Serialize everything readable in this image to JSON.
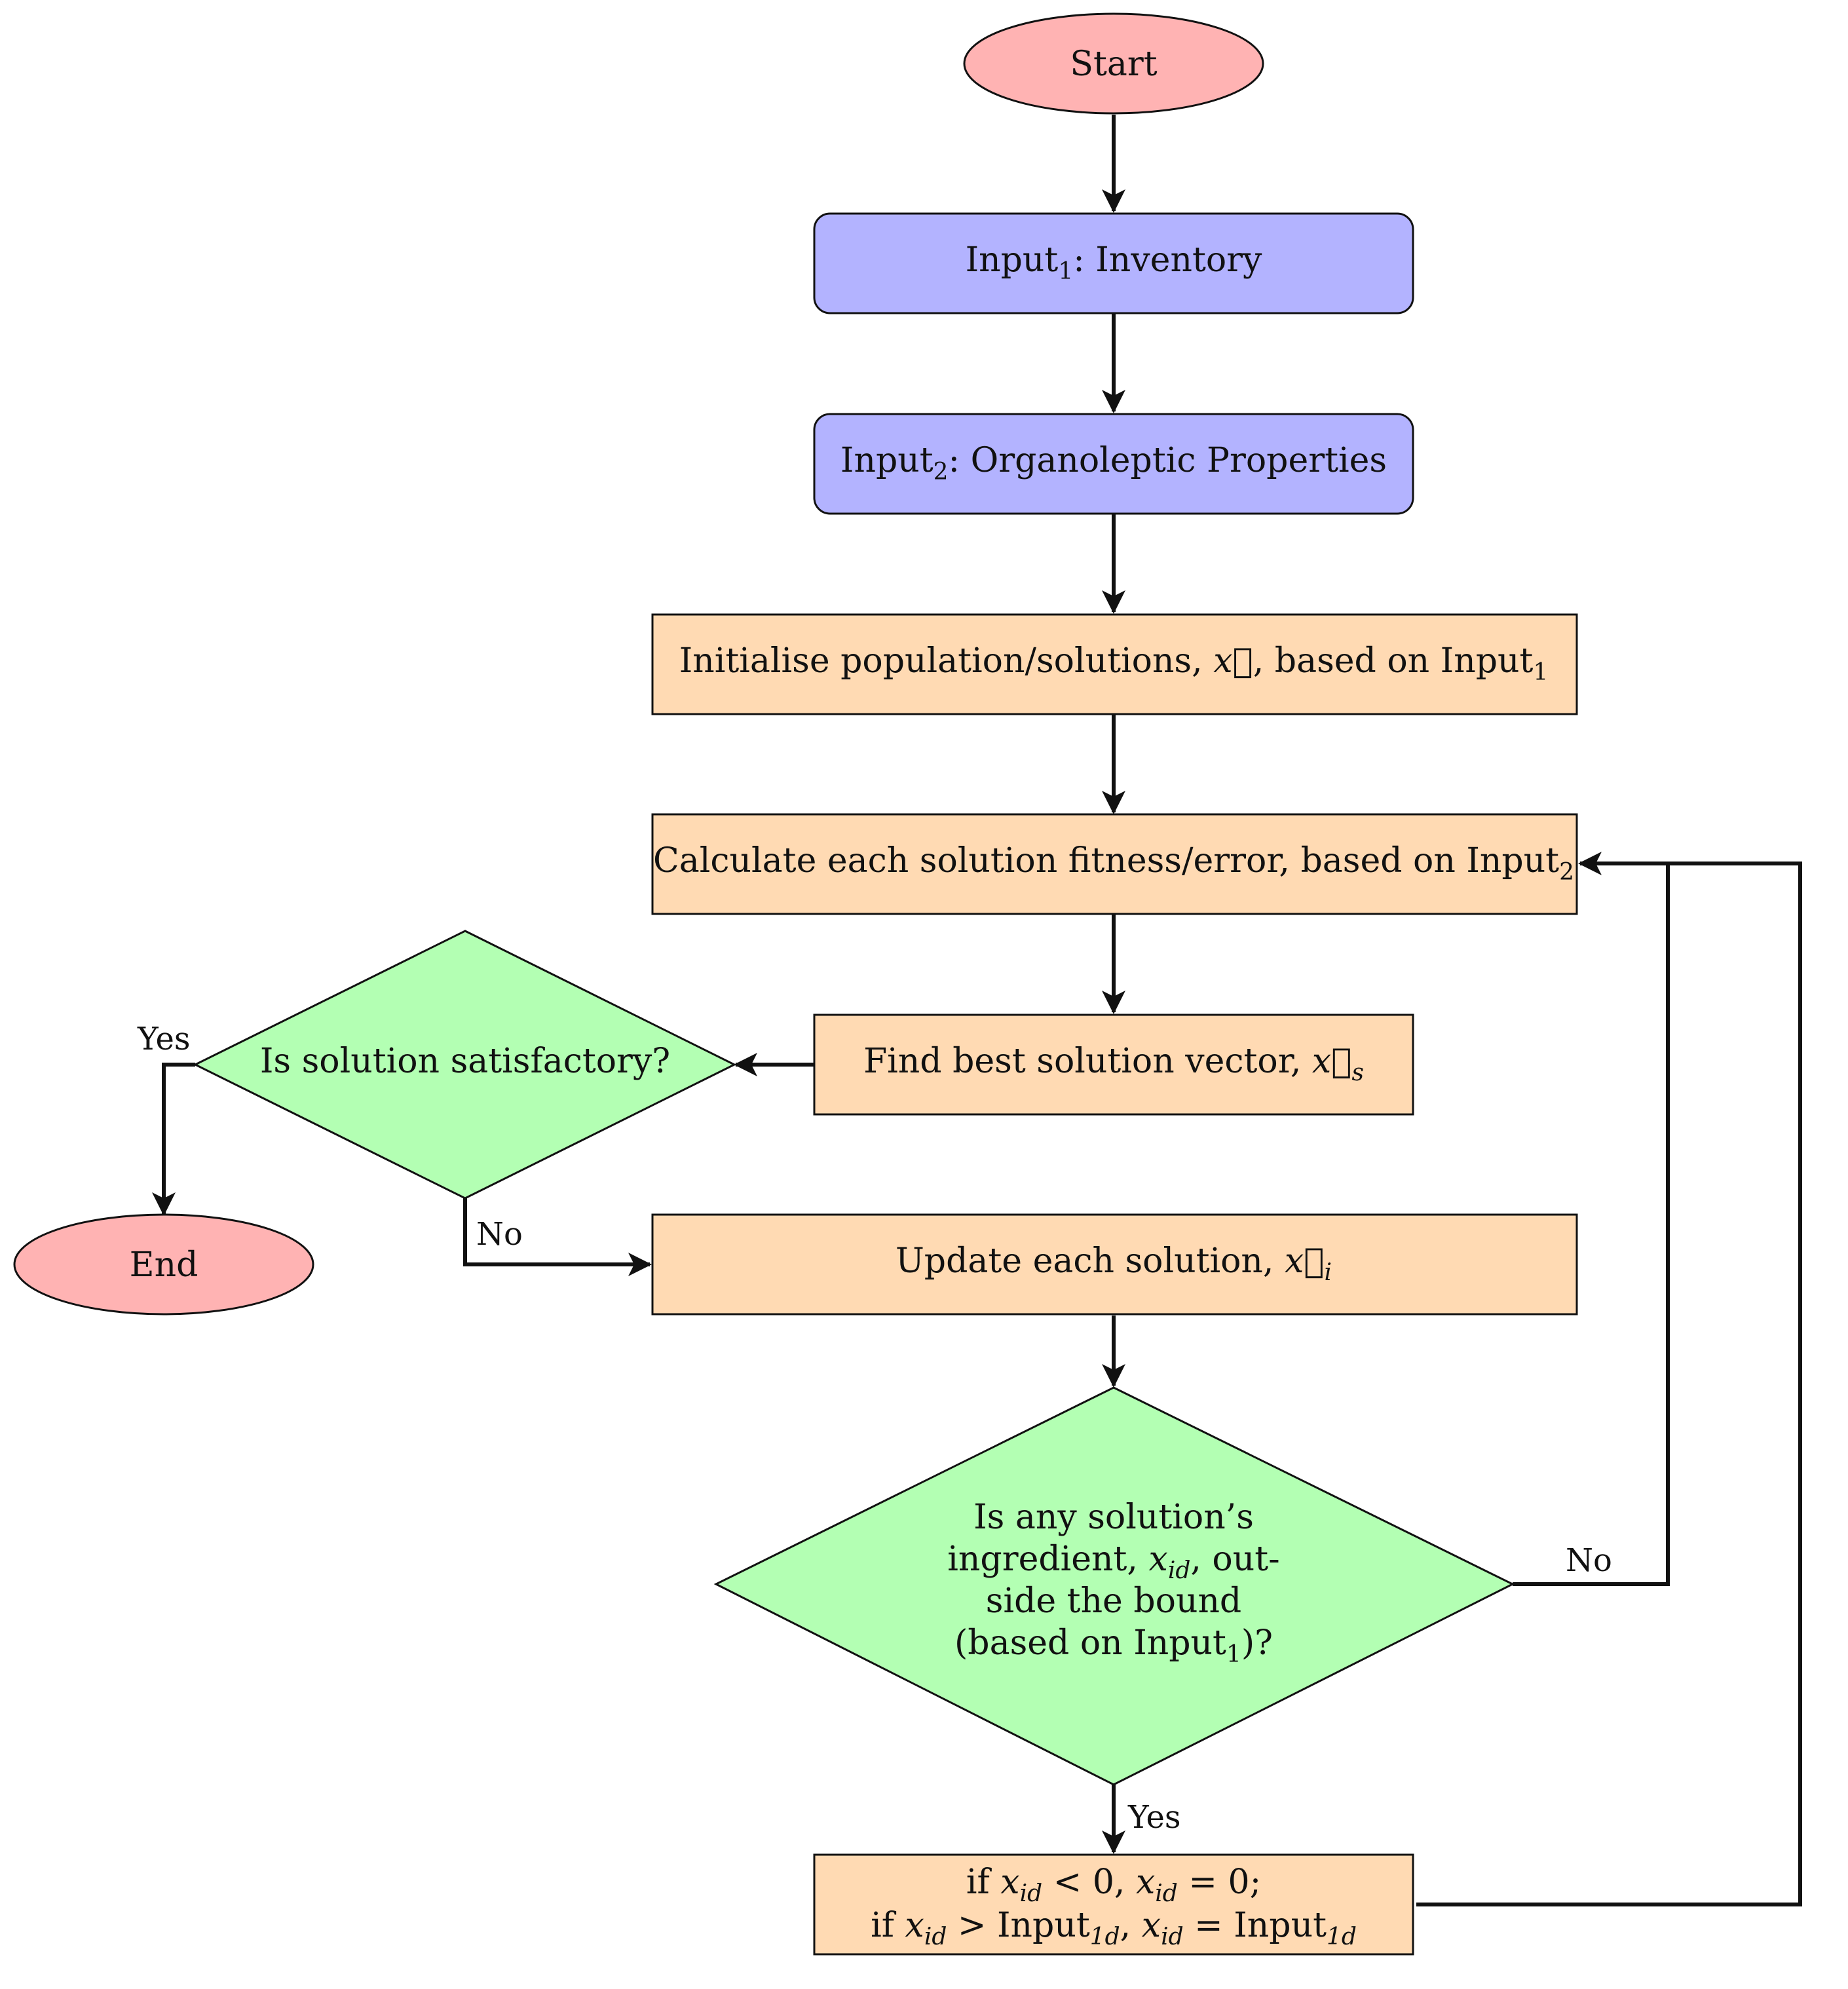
{
  "colors": {
    "terminal": "#ffb3b3",
    "input": "#b3b3ff",
    "process": "#ffdab3",
    "decision": "#b3ffb3",
    "stroke": "#111111"
  },
  "nodes": {
    "start": "Start",
    "input1": {
      "prefix": "Input",
      "sub": "1",
      "suffix": ": Inventory"
    },
    "input2": {
      "prefix": "Input",
      "sub": "2",
      "suffix": ": Organoleptic Properties"
    },
    "init": {
      "prefix": "Initialise population/solutions, ",
      "var": "x⃗",
      "mid": ", based on Input",
      "sub": "1"
    },
    "calc": {
      "prefix": "Calculate each solution fitness/error, based on Input",
      "sub": "2"
    },
    "best": {
      "prefix": "Find best solution vector, ",
      "var": "x⃗",
      "varsub": "s"
    },
    "satisfactory": "Is solution satisfactory?",
    "end": "End",
    "update": {
      "prefix": "Update each solution, ",
      "var": "x⃗",
      "varsub": "i"
    },
    "bound": {
      "line1": "Is any solution’s",
      "line2_prefix": "ingredient, ",
      "line2_var": "x",
      "line2_varsub": "id",
      "line2_suffix": ", out-",
      "line3": "side the bound",
      "line4_prefix": "(based on Input",
      "line4_sub": "1",
      "line4_suffix": ")?"
    },
    "clamp": {
      "l1_if": "if ",
      "l1_var": "x",
      "l1_varsub": "id",
      "l1_op": " < 0, ",
      "l1_var2": "x",
      "l1_varsub2": "id",
      "l1_end": " = 0;",
      "l2_if": "if ",
      "l2_var": "x",
      "l2_varsub": "id",
      "l2_op": " > Input",
      "l2_sub": "1d",
      "l2_mid": ", ",
      "l2_var2": "x",
      "l2_varsub2": "id",
      "l2_eq": " = Input",
      "l2_sub2": "1d"
    }
  },
  "edge_labels": {
    "sat_yes": "Yes",
    "sat_no": "No",
    "bound_no": "No",
    "bound_yes": "Yes"
  }
}
